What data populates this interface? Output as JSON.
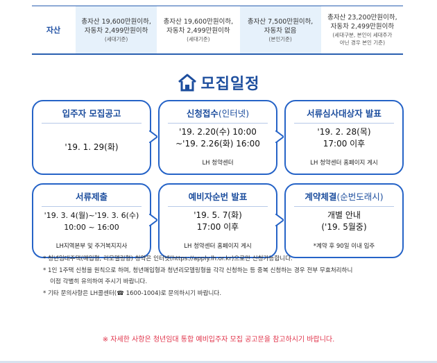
{
  "asset_table": {
    "header": "자산",
    "cells": [
      {
        "line1": "총자산 19,600만원이하,",
        "line2": "자동차 2,499만원이하",
        "sub": "(세대기준)",
        "shaded": true
      },
      {
        "line1": "총자산 19,600만원이하,",
        "line2": "자동차 2,499만원이하",
        "sub": "(세대기준)",
        "shaded": false
      },
      {
        "line1": "총자산 7,500만원이하,",
        "line2": "자동차 없음",
        "sub": "(본인기준)",
        "shaded": true
      },
      {
        "line1": "총자산 23,200만원이하,",
        "line2": "자동차 2,499만원이하",
        "sub": "(세대구분, 본인이 세대주가",
        "sub2": "아닌 경우 본인 기준)",
        "shaded": false
      }
    ]
  },
  "section_title": "모집일정",
  "cards": [
    {
      "title": "입주자 모집공고",
      "title_light": "",
      "body": [
        "'19. 1. 29(화)"
      ],
      "note": ""
    },
    {
      "title": "신청접수",
      "title_light": "(인터넷)",
      "body": [
        "'19. 2.20(수) 10:00",
        "~'19. 2.26(화) 16:00"
      ],
      "note": "LH 청약센터"
    },
    {
      "title": "서류심사대상자 발표",
      "title_light": "",
      "body": [
        "'19. 2. 28(목)",
        "17:00 이후"
      ],
      "note": "LH 청약센터 홈페이지 게시"
    },
    {
      "title": "서류제출",
      "title_light": "",
      "body": [
        "'19. 3. 4(월)~'19. 3. 6(수)",
        "10:00 ~ 16:00"
      ],
      "note": "LH지역본부 및 주거복지지사"
    },
    {
      "title": "예비자순번 발표",
      "title_light": "",
      "body": [
        "'19. 5. 7(화)",
        "17:00 이후"
      ],
      "note": "LH 청약센터 홈페이지 게시"
    },
    {
      "title": "계약체결",
      "title_light": "(순번도래시)",
      "body": [
        "개별 안내",
        "('19. 5월중)"
      ],
      "note": "*계약 후 90일 이내 입주"
    }
  ],
  "notes": [
    "* 청년임대주택(매입형, 리모델링형) 청약은 인터넷(https://apply.lh.or.kr)으로만 신청가능합니다.",
    "* 1인 1주택 신청을 원칙으로 하며, 청년매입형과 청년리모델링형을 각각 신청하는 등 중복 신청하는 경우 전부 무효처리하니",
    "이점 각별히 유의하여 주시기 바랍니다.",
    "* 기타 문의사항은 LH콜센터(☎ 1600-1004)로 문의하시기 바랍니다."
  ],
  "footer_note": "※ 자세한 사항은 청년임대 통합 예비입주자 모집 공고문을 참고하시기 바랍니다.",
  "colors": {
    "accent": "#2563c7",
    "title": "#1d4e9e",
    "shade": "#e6f1fb",
    "warning": "#e0334a"
  }
}
